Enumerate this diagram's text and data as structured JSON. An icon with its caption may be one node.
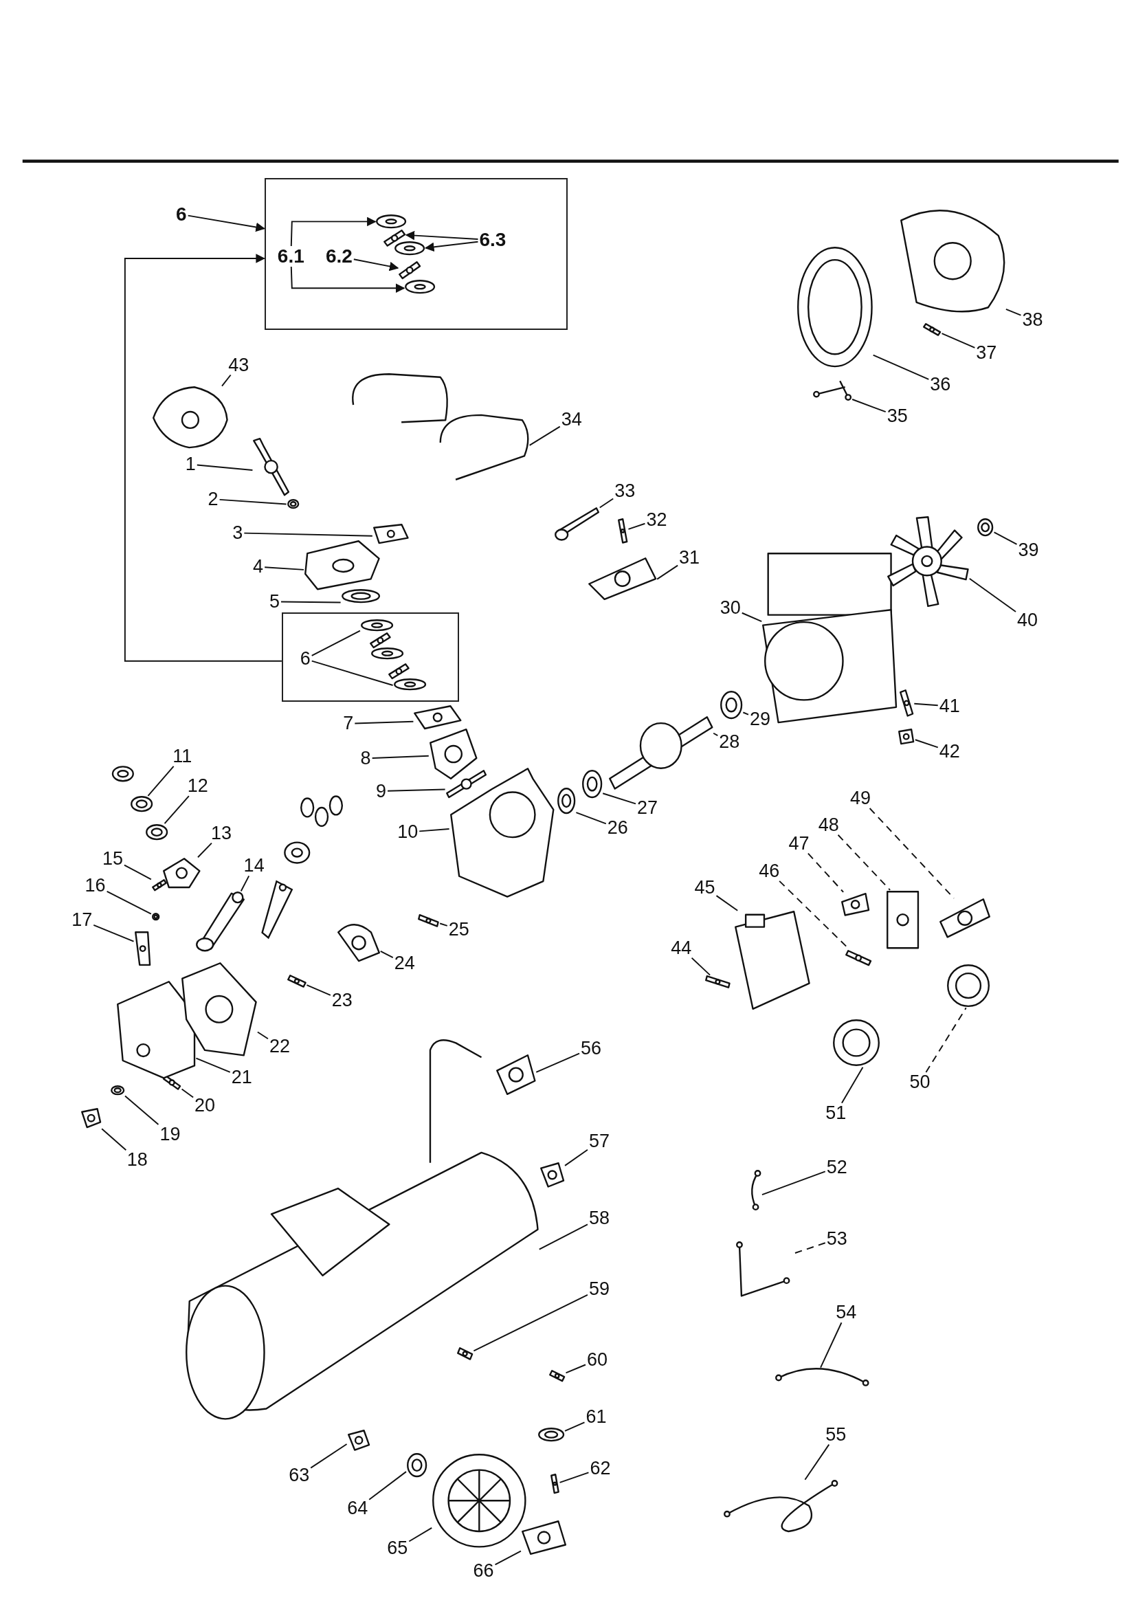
{
  "diagram": {
    "nodes": [
      {
        "text": [],
        "shape": "box"
      },
      {
        "text": [
          "6"
        ]
      },
      {
        "text": [
          "6.1"
        ],
        "in": 0
      },
      {
        "text": [
          "6.2"
        ],
        "in": 0
      },
      {
        "text": [
          "6.3"
        ],
        "in": 0
      },
      {
        "text": [],
        "shape": "box"
      },
      {
        "text": [
          "6"
        ],
        "in": 5
      },
      {
        "text": [
          "1"
        ]
      },
      {
        "text": [
          "2"
        ]
      },
      {
        "text": [
          "3"
        ]
      },
      {
        "text": [
          "4"
        ]
      },
      {
        "text": [
          "5"
        ]
      },
      {
        "text": [
          "7"
        ]
      },
      {
        "text": [
          "8"
        ]
      },
      {
        "text": [
          "9"
        ]
      },
      {
        "text": [
          "10"
        ]
      },
      {
        "text": [
          "11"
        ]
      },
      {
        "text": [
          "12"
        ]
      },
      {
        "text": [
          "13"
        ]
      },
      {
        "text": [
          "14"
        ]
      },
      {
        "text": [
          "15"
        ]
      },
      {
        "text": [
          "16"
        ]
      },
      {
        "text": [
          "17"
        ]
      },
      {
        "text": [
          "18"
        ]
      },
      {
        "text": [
          "19"
        ]
      },
      {
        "text": [
          "20"
        ]
      },
      {
        "text": [
          "21"
        ]
      },
      {
        "text": [
          "22"
        ]
      },
      {
        "text": [
          "23"
        ]
      },
      {
        "text": [
          "24"
        ]
      },
      {
        "text": [
          "25"
        ]
      },
      {
        "text": [
          "26"
        ]
      },
      {
        "text": [
          "27"
        ]
      },
      {
        "text": [
          "28"
        ]
      },
      {
        "text": [
          "29"
        ]
      },
      {
        "text": [
          "30"
        ]
      },
      {
        "text": [
          "31"
        ]
      },
      {
        "text": [
          "32"
        ]
      },
      {
        "text": [
          "33"
        ]
      },
      {
        "text": [
          "34"
        ]
      },
      {
        "text": [
          "35"
        ]
      },
      {
        "text": [
          "36"
        ]
      },
      {
        "text": [
          "37"
        ]
      },
      {
        "text": [
          "38"
        ]
      },
      {
        "text": [
          "39"
        ]
      },
      {
        "text": [
          "40"
        ]
      },
      {
        "text": [
          "41"
        ]
      },
      {
        "text": [
          "42"
        ]
      },
      {
        "text": [
          "43"
        ]
      },
      {
        "text": [
          "44"
        ]
      },
      {
        "text": [
          "45"
        ]
      },
      {
        "text": [
          "46"
        ]
      },
      {
        "text": [
          "47"
        ]
      },
      {
        "text": [
          "48"
        ]
      },
      {
        "text": [
          "49"
        ]
      },
      {
        "text": [
          "50"
        ]
      },
      {
        "text": [
          "51"
        ]
      },
      {
        "text": [
          "52"
        ]
      },
      {
        "text": [
          "53"
        ]
      },
      {
        "text": [
          "54"
        ]
      },
      {
        "text": [
          "55"
        ]
      },
      {
        "text": [
          "56"
        ]
      },
      {
        "text": [
          "57"
        ]
      },
      {
        "text": [
          "58"
        ]
      },
      {
        "text": [
          "59"
        ]
      },
      {
        "text": [
          "60"
        ]
      },
      {
        "text": [
          "61"
        ]
      },
      {
        "text": [
          "62"
        ]
      },
      {
        "text": [
          "63"
        ]
      },
      {
        "text": [
          "64"
        ]
      },
      {
        "text": [
          "65"
        ]
      },
      {
        "text": [
          "66"
        ]
      },
      {
        "text": [],
        "shape": "picture",
        "in": 0
      },
      {
        "text": [],
        "shape": "picture",
        "in": 0
      },
      {
        "text": [],
        "shape": "picture",
        "in": 0
      },
      {
        "text": [],
        "shape": "picture",
        "in": 0
      },
      {
        "text": [],
        "shape": "picture",
        "in": 0
      },
      {
        "text": [],
        "shape": "picture",
        "in": 5
      },
      {
        "text": [],
        "shape": "picture",
        "in": 5
      },
      {
        "text": [],
        "shape": "picture",
        "in": 5
      },
      {
        "text": [],
        "shape": "picture",
        "in": 5
      },
      {
        "text": [],
        "shape": "picture",
        "in": 5
      },
      {
        "text": [],
        "shape": "picture"
      },
      {
        "text": [],
        "shape": "picture"
      },
      {
        "text": [],
        "shape": "picture"
      },
      {
        "text": [],
        "shape": "picture"
      },
      {
        "text": [],
        "shape": "picture"
      },
      {
        "text": [],
        "shape": "picture"
      },
      {
        "text": [],
        "shape": "picture"
      },
      {
        "text": [],
        "shape": "picture"
      },
      {
        "text": [],
        "shape": "picture"
      },
      {
        "text": [],
        "shape": "picture"
      },
      {
        "text": [],
        "shape": "picture"
      },
      {
        "text": [],
        "shape": "picture"
      },
      {
        "text": [],
        "shape": "picture"
      },
      {
        "text": [],
        "shape": "picture"
      },
      {
        "text": [],
        "shape": "picture"
      },
      {
        "text": [],
        "shape": "picture"
      },
      {
        "text": [],
        "shape": "picture"
      },
      {
        "text": [],
        "shape": "picture"
      },
      {
        "text": [],
        "shape": "picture"
      },
      {
        "text": [],
        "shape": "picture"
      },
      {
        "text": [],
        "shape": "picture"
      },
      {
        "text": [],
        "shape": "picture"
      },
      {
        "text": [],
        "shape": "picture"
      },
      {
        "text": [],
        "shape": "picture"
      },
      {
        "text": [],
        "shape": "picture"
      },
      {
        "text": [],
        "shape": "picture"
      },
      {
        "text": [],
        "shape": "picture"
      },
      {
        "text": [],
        "shape": "picture"
      },
      {
        "text": [],
        "shape": "picture"
      },
      {
        "text": [],
        "shape": "picture"
      },
      {
        "text": [],
        "shape": "picture"
      },
      {
        "text": [],
        "shape": "picture"
      },
      {
        "text": [],
        "shape": "picture"
      },
      {
        "text": [],
        "shape": "picture"
      },
      {
        "text": [],
        "shape": "picture"
      },
      {
        "text": [],
        "shape": "picture"
      },
      {
        "text": [],
        "shape": "picture"
      },
      {
        "text": [],
        "shape": "picture"
      },
      {
        "text": [],
        "shape": "picture"
      },
      {
        "text": [],
        "shape": "picture"
      },
      {
        "text": [],
        "shape": "picture"
      },
      {
        "text": [],
        "shape": "picture"
      },
      {
        "text": [],
        "shape": "picture"
      },
      {
        "text": [],
        "shape": "picture"
      },
      {
        "text": [],
        "shape": "picture"
      },
      {
        "text": [],
        "shape": "picture"
      },
      {
        "text": [],
        "shape": "picture"
      },
      {
        "text": [],
        "shape": "picture"
      },
      {
        "text": [],
        "shape": "picture"
      },
      {
        "text": [],
        "shape": "picture"
      },
      {
        "text": [],
        "shape": "picture"
      },
      {
        "text": [],
        "shape": "picture"
      },
      {
        "text": [],
        "shape": "picture"
      },
      {
        "text": [],
        "shape": "picture"
      },
      {
        "text": [],
        "shape": "picture"
      },
      {
        "text": [],
        "shape": "picture"
      },
      {
        "text": [],
        "shape": "picture"
      },
      {
        "text": [],
        "shape": "picture"
      },
      {
        "text": [],
        "shape": "picture"
      },
      {
        "text": [],
        "shape": "picture"
      },
      {
        "text": [],
        "shape": "picture"
      },
      {
        "text": [],
        "shape": "picture"
      },
      {
        "text": [],
        "shape": "picture"
      },
      {
        "text": [],
        "shape": "picture"
      },
      {
        "text": [],
        "shape": "picture"
      }
    ],
    "edges": [
      {
        "from": 1,
        "to": 0,
        "arrow": "to"
      },
      {
        "from": 2,
        "to": 72,
        "arrow": "to"
      },
      {
        "from": 2,
        "to": 76,
        "arrow": "to"
      },
      {
        "from": 3,
        "to": 75,
        "arrow": "to"
      },
      {
        "from": 4,
        "to": 74,
        "arrow": "to"
      },
      {
        "from": 4,
        "to": 73,
        "arrow": "to"
      },
      {
        "from": 5,
        "to": 0,
        "arrow": "to"
      },
      {
        "from": 6,
        "to": 77,
        "arrow": "none"
      },
      {
        "from": 6,
        "to": 81,
        "arrow": "none"
      },
      {
        "from": 7,
        "to": 82,
        "arrow": "none"
      },
      {
        "from": 8,
        "to": 83,
        "arrow": "none"
      },
      {
        "from": 9,
        "to": 84,
        "arrow": "none"
      },
      {
        "from": 10,
        "to": 85,
        "arrow": "none"
      },
      {
        "from": 11,
        "to": 86,
        "arrow": "none"
      },
      {
        "from": 12,
        "to": 87,
        "arrow": "none"
      },
      {
        "from": 13,
        "to": 88,
        "arrow": "none"
      },
      {
        "from": 14,
        "to": 89,
        "arrow": "none"
      },
      {
        "from": 15,
        "to": 90,
        "arrow": "none"
      },
      {
        "from": 16,
        "to": 91,
        "arrow": "none"
      },
      {
        "from": 17,
        "to": 92,
        "arrow": "none"
      },
      {
        "from": 18,
        "to": 93,
        "arrow": "none"
      },
      {
        "from": 19,
        "to": 94,
        "arrow": "none"
      },
      {
        "from": 20,
        "to": 95,
        "arrow": "none"
      },
      {
        "from": 21,
        "to": 96,
        "arrow": "none"
      },
      {
        "from": 22,
        "to": 97,
        "arrow": "none"
      },
      {
        "from": 23,
        "to": 98,
        "arrow": "none"
      },
      {
        "from": 24,
        "to": 99,
        "arrow": "none"
      },
      {
        "from": 25,
        "to": 100,
        "arrow": "none"
      },
      {
        "from": 26,
        "to": 101,
        "arrow": "none"
      },
      {
        "from": 27,
        "to": 102,
        "arrow": "none"
      },
      {
        "from": 28,
        "to": 103,
        "arrow": "none"
      },
      {
        "from": 29,
        "to": 104,
        "arrow": "none"
      },
      {
        "from": 30,
        "to": 105,
        "arrow": "none"
      },
      {
        "from": 31,
        "to": 106,
        "arrow": "none"
      },
      {
        "from": 32,
        "to": 107,
        "arrow": "none"
      },
      {
        "from": 33,
        "to": 108,
        "arrow": "none"
      },
      {
        "from": 34,
        "to": 109,
        "arrow": "none"
      },
      {
        "from": 35,
        "to": 110,
        "arrow": "none"
      },
      {
        "from": 36,
        "to": 111,
        "arrow": "none"
      },
      {
        "from": 37,
        "to": 112,
        "arrow": "none"
      },
      {
        "from": 38,
        "to": 113,
        "arrow": "none"
      },
      {
        "from": 39,
        "to": 114,
        "arrow": "none"
      },
      {
        "from": 40,
        "to": 115,
        "arrow": "none"
      },
      {
        "from": 41,
        "to": 116,
        "arrow": "none"
      },
      {
        "from": 42,
        "to": 117,
        "arrow": "none"
      },
      {
        "from": 43,
        "to": 118,
        "arrow": "none"
      },
      {
        "from": 44,
        "to": 119,
        "arrow": "none"
      },
      {
        "from": 45,
        "to": 120,
        "arrow": "none"
      },
      {
        "from": 46,
        "to": 121,
        "arrow": "none"
      },
      {
        "from": 47,
        "to": 122,
        "arrow": "none"
      },
      {
        "from": 48,
        "to": 123,
        "arrow": "none"
      },
      {
        "from": 49,
        "to": 124,
        "arrow": "none"
      },
      {
        "from": 50,
        "to": 125,
        "arrow": "none"
      },
      {
        "from": 51,
        "to": 126,
        "arrow": "none",
        "style": "dashed"
      },
      {
        "from": 52,
        "to": 127,
        "arrow": "none",
        "style": "dashed"
      },
      {
        "from": 53,
        "to": 128,
        "arrow": "none",
        "style": "dashed"
      },
      {
        "from": 54,
        "to": 129,
        "arrow": "none",
        "style": "dashed"
      },
      {
        "from": 55,
        "to": 130,
        "arrow": "none",
        "style": "dashed"
      },
      {
        "from": 56,
        "to": 131,
        "arrow": "none"
      },
      {
        "from": 57,
        "to": 132,
        "arrow": "none"
      },
      {
        "from": 58,
        "to": 133,
        "arrow": "none",
        "style": "dashed"
      },
      {
        "from": 59,
        "to": 134,
        "arrow": "none"
      },
      {
        "from": 60,
        "to": 135,
        "arrow": "none"
      },
      {
        "from": 61,
        "to": 136,
        "arrow": "none"
      },
      {
        "from": 62,
        "to": 137,
        "arrow": "none"
      },
      {
        "from": 63,
        "to": 138,
        "arrow": "none"
      },
      {
        "from": 64,
        "to": 139,
        "arrow": "none"
      },
      {
        "from": 65,
        "to": 140,
        "arrow": "none"
      },
      {
        "from": 66,
        "to": 141,
        "arrow": "none"
      },
      {
        "from": 67,
        "to": 142,
        "arrow": "none"
      },
      {
        "from": 68,
        "to": 143,
        "arrow": "none"
      },
      {
        "from": 69,
        "to": 144,
        "arrow": "none"
      },
      {
        "from": 70,
        "to": 145,
        "arrow": "none"
      },
      {
        "from": 71,
        "to": 146,
        "arrow": "none"
      }
    ]
  }
}
